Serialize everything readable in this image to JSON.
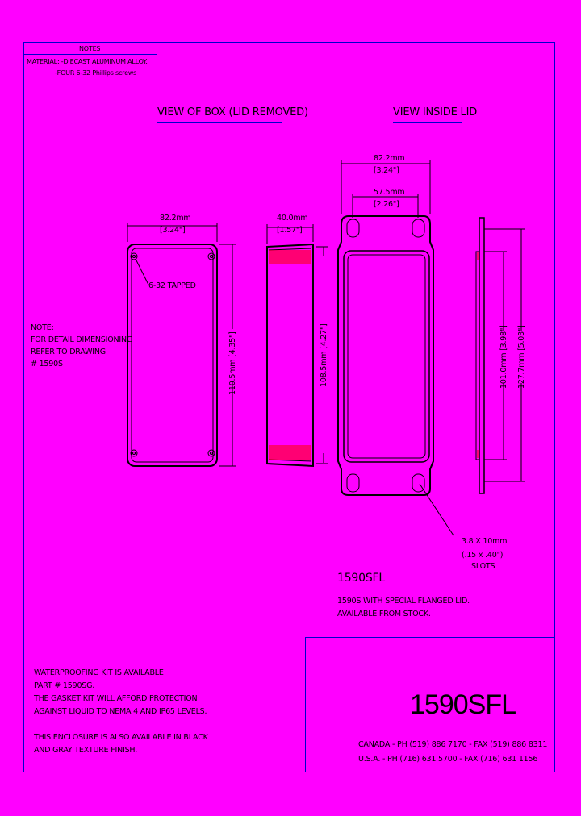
{
  "notes": {
    "heading": "NOTES",
    "material_line": "MATERIAL: -DIECAST ALUMINUM ALLOY.",
    "screws_line": "-FOUR 6-32 Phillips screws"
  },
  "views": {
    "box_title": "VIEW OF BOX (LID REMOVED)",
    "lid_title": "VIEW INSIDE LID"
  },
  "dimensions": {
    "box_width_mm": "82.2mm",
    "box_width_in": "[3.24\"]",
    "box_depth_mm": "40.0mm",
    "box_depth_in": "[1.57\"]",
    "box_height": "110.5mm [4.35\"]",
    "side_height": "108.5mm [4.27\"]",
    "lid_width_mm": "82.2mm",
    "lid_width_in": "[3.24\"]",
    "slot_spacing_mm": "57.5mm",
    "slot_spacing_in": "[2.26\"]",
    "lid_inner_height": "101.0mm [3.98\"]",
    "lid_outer_height": "127.7mm [5.03\"]",
    "tapped_label": "6-32 TAPPED",
    "slots_line1": "3.8 X 10mm",
    "slots_line2": "(.15 x .40\")",
    "slots_line3": "SLOTS"
  },
  "side_note": {
    "line1": "NOTE:",
    "line2": "FOR DETAIL DIMENSIONING",
    "line3": "REFER TO DRAWING",
    "line4": "# 1590S"
  },
  "model": {
    "small_title": "1590SFL",
    "desc1": "1590S WITH SPECIAL FLANGED LID.",
    "desc2": "AVAILABLE FROM STOCK."
  },
  "info": {
    "line1": "WATERPROOFING KIT IS AVAILABLE",
    "line2": "PART # 1590SG.",
    "line3": "THE GASKET KIT WILL AFFORD PROTECTION",
    "line4": "AGAINST LIQUID TO NEMA 4 AND IP65 LEVELS.",
    "line5": "THIS ENCLOSURE IS ALSO AVAILABLE IN BLACK",
    "line6": "AND GRAY TEXTURE FINISH."
  },
  "title_block": {
    "part_number": "1590SFL",
    "canada": "CANADA - PH (519) 886 7170 - FAX (519) 886 8311",
    "usa": "U.S.A. - PH (716) 631 5700 - FAX (716) 631 1156"
  },
  "colors": {
    "background": "#ff00ff",
    "frame": "#0000cc",
    "ink": "#000000",
    "accent_red": "#ff0000"
  }
}
